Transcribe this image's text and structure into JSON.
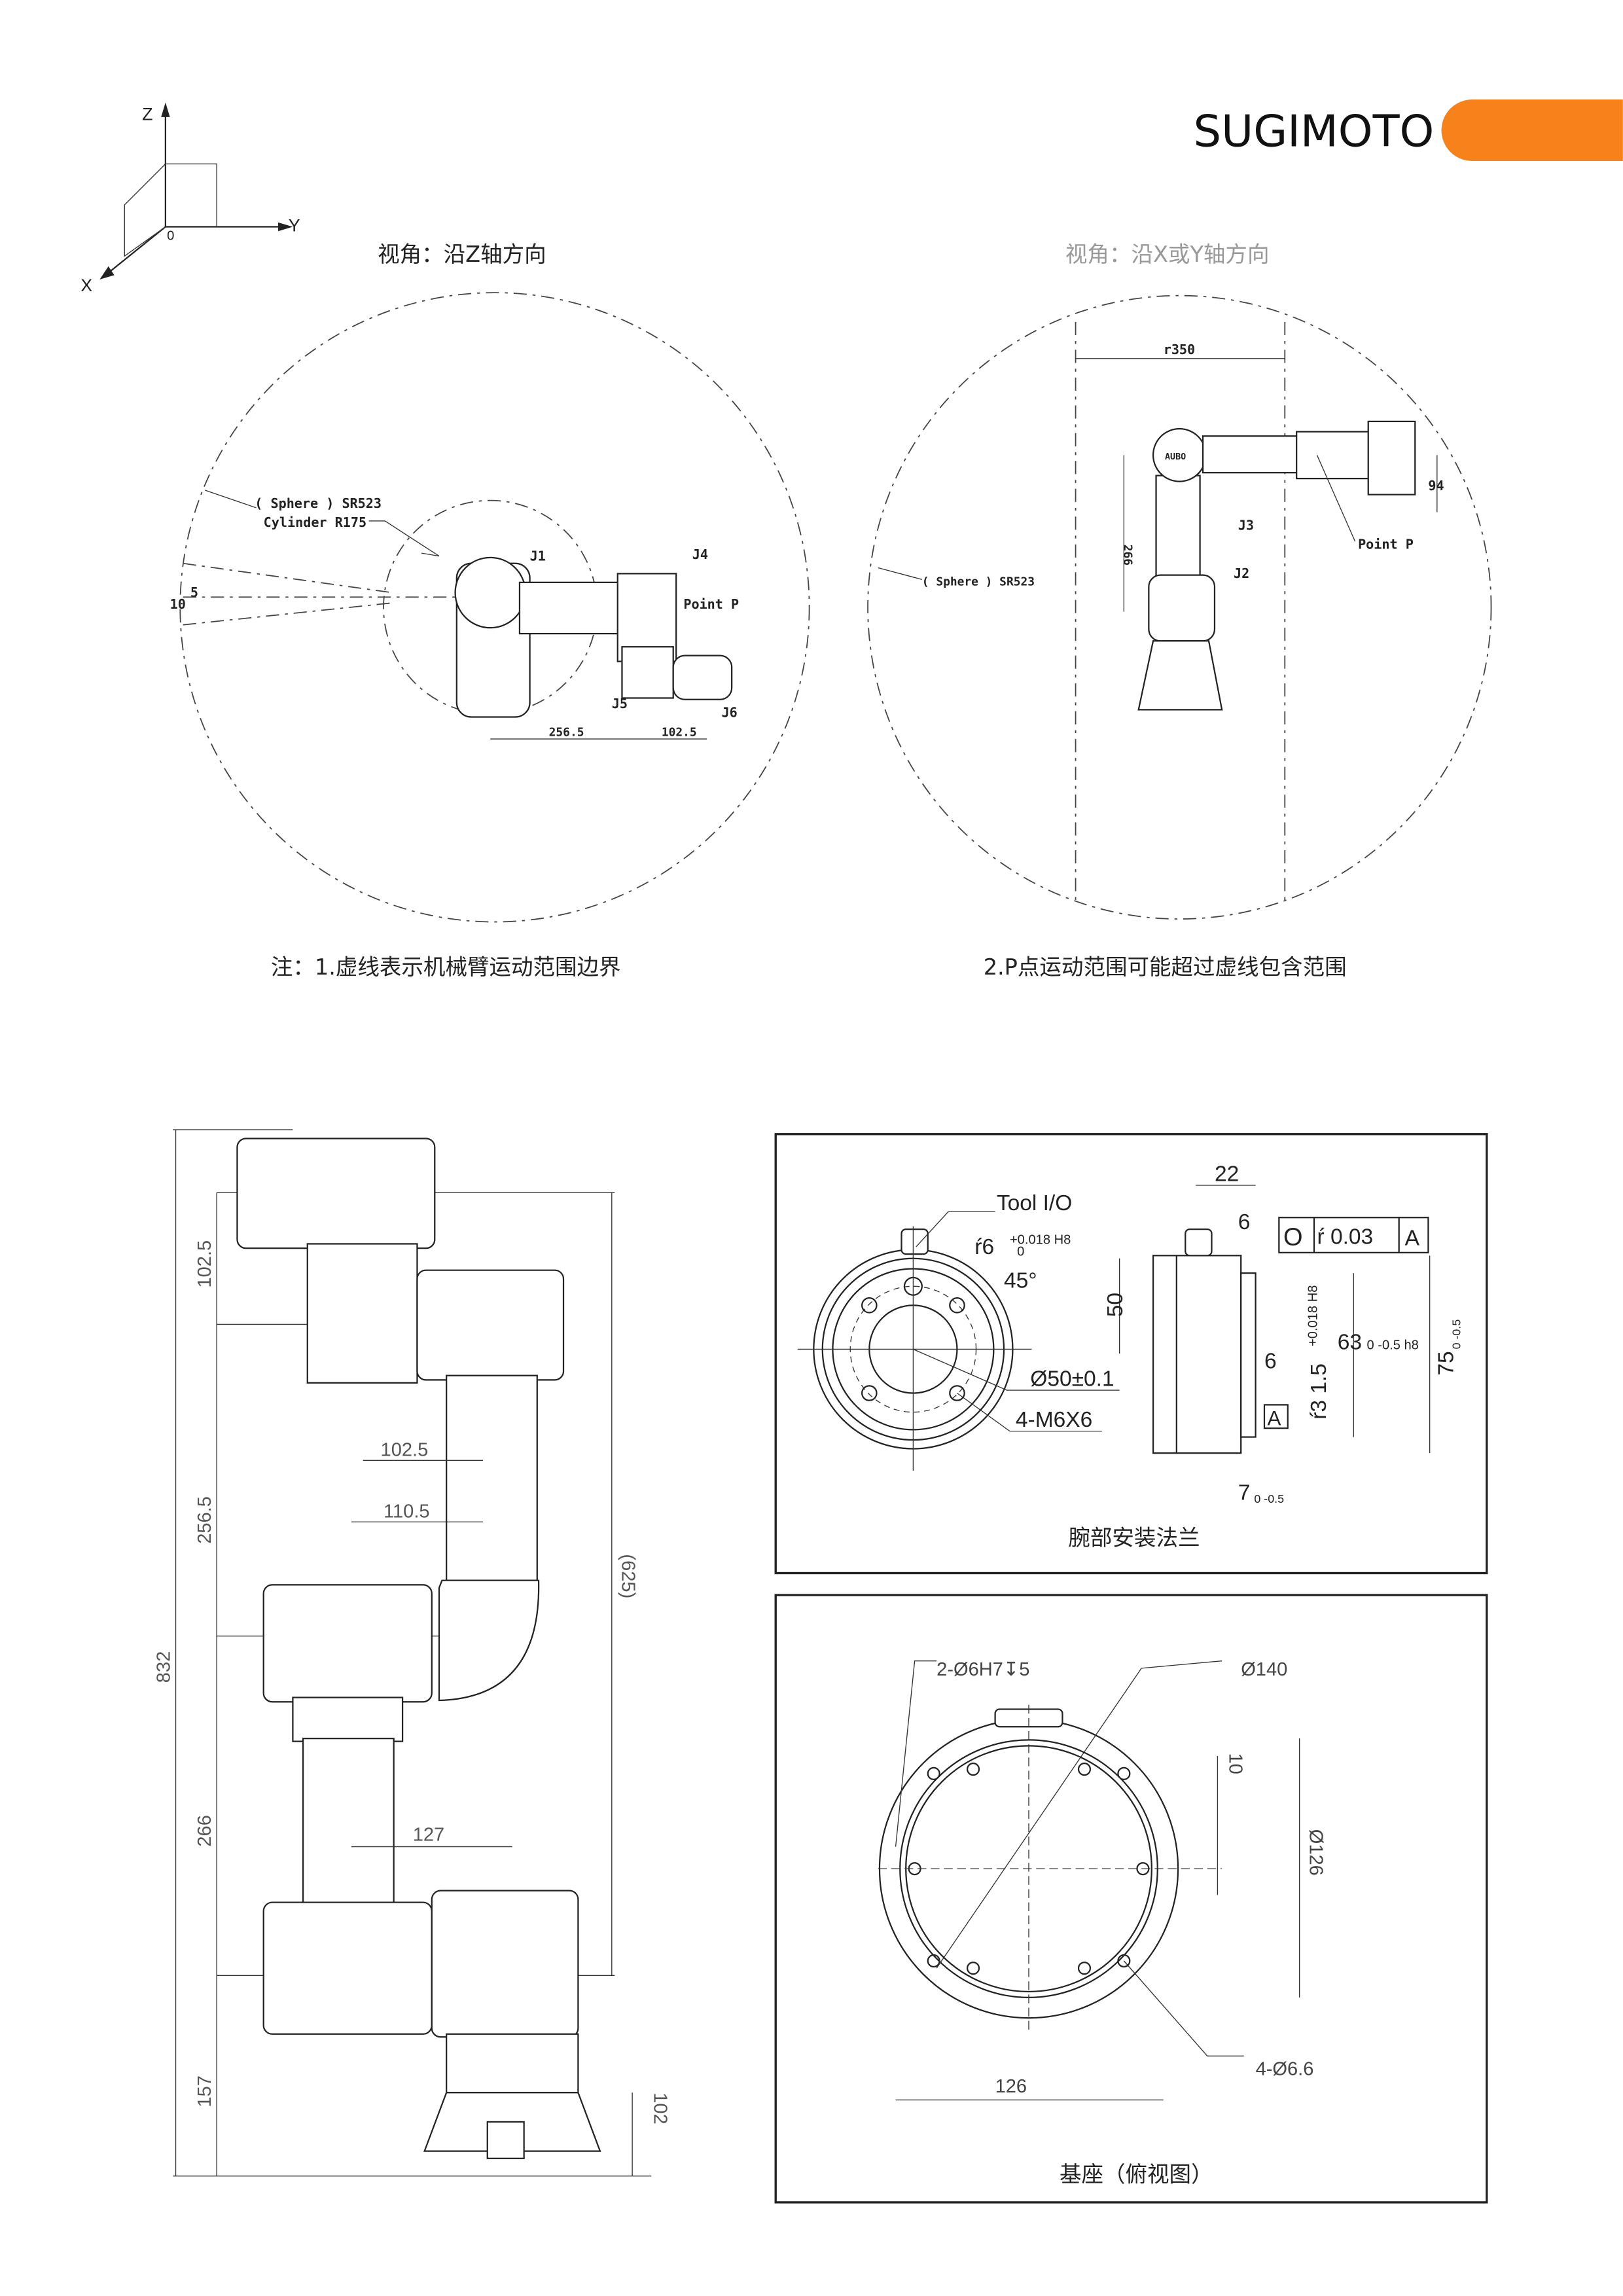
{
  "brand": {
    "name": "SUGIMOTO",
    "accent_color": "#F7821B"
  },
  "axes_icon": {
    "z": "Z",
    "y": "Y",
    "x": "X",
    "origin": "0"
  },
  "views": {
    "top_view_caption": "视角：沿Z轴方向",
    "side_view_caption": "视角：沿X或Y轴方向"
  },
  "top_view": {
    "sphere_label": "( Sphere ) SR523",
    "cylinder_label": "Cylinder R175",
    "angle_5": "5",
    "angle_10": "10",
    "joints": [
      "J1",
      "J4",
      "J5",
      "J6"
    ],
    "point_p": "Point P",
    "dim_a": "256.5",
    "dim_b": "102.5"
  },
  "side_view": {
    "r350": "r350",
    "sphere_label": "( Sphere ) SR523",
    "j3": "J3",
    "j2": "J2",
    "point_p": "Point P",
    "dim_266": "266",
    "dim_94": "94",
    "logo": "AUBO"
  },
  "notes": {
    "note1": "注：1.虚线表示机械臂运动范围边界",
    "note2": "2.P点运动范围可能超过虚线包含范围"
  },
  "arm_drawing": {
    "dims": {
      "d102_5_v": "102.5",
      "d256_5": "256.5",
      "d832": "832",
      "d266": "266",
      "d157": "157",
      "d625": "(625)",
      "d102_5_h": "102.5",
      "d110_5": "110.5",
      "d127": "127",
      "d102": "102"
    }
  },
  "flange": {
    "caption": "腕部安装法兰",
    "tool_io": "Tool I/O",
    "hole": "ŕ6",
    "hole_tol": "+0.018 H8",
    "hole_tol_low": "0",
    "angle": "45°",
    "pcd": "Ø50±0.1",
    "threads": "4-M6X6",
    "d22": "22",
    "d6_top": "6",
    "tol_symbol": "O",
    "tol_value": "ŕ 0.03",
    "datum": "A",
    "d50": "50",
    "d6_mid": "6",
    "d31_5": "ŕ3 1.5",
    "d31_5_tol": "+0.018 H8",
    "d63": "63",
    "d63_tol": "0 -0.5 h8",
    "d75": "75",
    "d75_tol": "0 -0.5",
    "d7": "7",
    "d7_tol": "0 -0.5",
    "datum_label": "A"
  },
  "base": {
    "caption": "基座（俯视图）",
    "pins": "2-Ø6H7↧5",
    "d140": "Ø140",
    "d10": "10",
    "d126_dia": "Ø126",
    "d126": "126",
    "holes": "4-Ø6.6"
  }
}
